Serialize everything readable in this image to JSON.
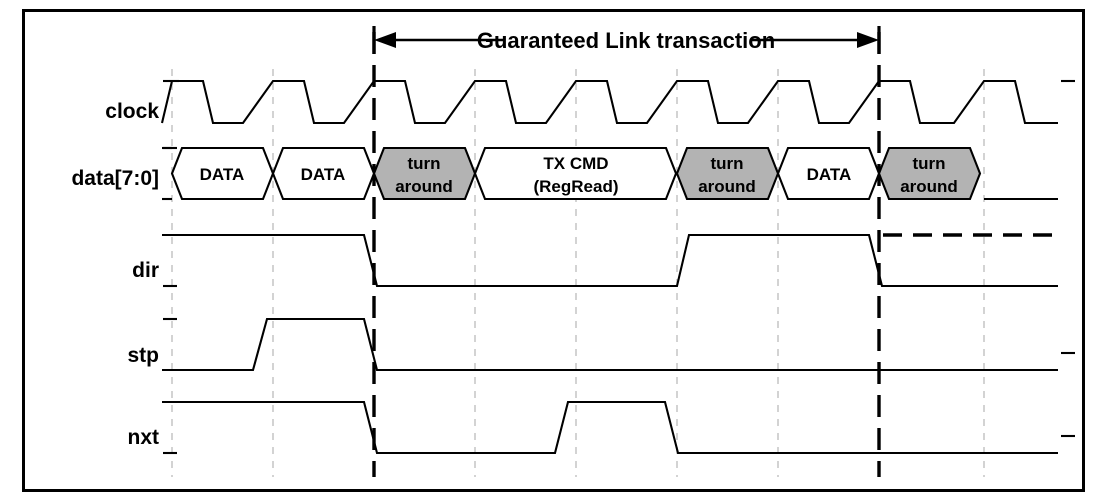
{
  "figure": {
    "kind": "timing-diagram",
    "header_annotation": "Guaranteed Link transaction",
    "colors": {
      "line": "#000000",
      "gridline": "#c8c8c8",
      "turnaround_fill": "#b3b3b3",
      "data_fill": "#ffffff",
      "background": "#ffffff"
    }
  },
  "signals": [
    {
      "name": "clock",
      "label": "clock"
    },
    {
      "name": "data",
      "label": "data[7:0]"
    },
    {
      "name": "dir",
      "label": "dir"
    },
    {
      "name": "stp",
      "label": "stp"
    },
    {
      "name": "nxt",
      "label": "nxt"
    }
  ],
  "data_bus_cells": [
    {
      "index": 0,
      "line1": "DATA",
      "line2": "",
      "fill": "white",
      "start_cycle": 0,
      "end_cycle": 1
    },
    {
      "index": 1,
      "line1": "DATA",
      "line2": "",
      "fill": "white",
      "start_cycle": 1,
      "end_cycle": 2
    },
    {
      "index": 2,
      "line1": "turn",
      "line2": "around",
      "fill": "gray",
      "start_cycle": 2,
      "end_cycle": 3
    },
    {
      "index": 3,
      "line1": "TX CMD",
      "line2": "(RegRead)",
      "fill": "white",
      "start_cycle": 3,
      "end_cycle": 5
    },
    {
      "index": 4,
      "line1": "turn",
      "line2": "around",
      "fill": "gray",
      "start_cycle": 5,
      "end_cycle": 6
    },
    {
      "index": 5,
      "line1": "DATA",
      "line2": "",
      "fill": "white",
      "start_cycle": 6,
      "end_cycle": 7
    },
    {
      "index": 6,
      "line1": "turn",
      "line2": "around",
      "fill": "gray",
      "start_cycle": 7,
      "end_cycle": 8
    }
  ],
  "chart_data": {
    "type": "line",
    "title": "Guaranteed Link transaction",
    "xlabel": "",
    "ylabel": "",
    "grid": true,
    "legend_position": "none",
    "x_gridlines_cycles": [
      0,
      1,
      2,
      3,
      4,
      5,
      6,
      7,
      8
    ],
    "transaction_span_cycles": [
      2,
      7
    ],
    "series": [
      {
        "name": "clock",
        "waveform": "square",
        "cycles": 9,
        "description": "free-running clock, rising edge at each gridline"
      },
      {
        "name": "data[7:0]",
        "waveform": "bus",
        "cells": [
          "DATA",
          "DATA",
          "turn around",
          "TX CMD (RegRead)",
          "turn around",
          "DATA",
          "turn around"
        ]
      },
      {
        "name": "dir",
        "waveform": "digital",
        "levels": [
          {
            "from_cycle": 0,
            "to_cycle": 2,
            "value": 1
          },
          {
            "from_cycle": 2,
            "to_cycle": 5,
            "value": 0
          },
          {
            "from_cycle": 5,
            "to_cycle": 7,
            "value": 1
          },
          {
            "from_cycle": 7,
            "to_cycle": 9,
            "value": 0
          }
        ],
        "dashed_continuation": {
          "from_cycle": 7,
          "to_cycle": 9,
          "value": 1
        }
      },
      {
        "name": "stp",
        "waveform": "digital",
        "levels": [
          {
            "from_cycle": 0,
            "to_cycle": 1,
            "value": 0
          },
          {
            "from_cycle": 1,
            "to_cycle": 2,
            "value": 1
          },
          {
            "from_cycle": 2,
            "to_cycle": 9,
            "value": 0
          }
        ]
      },
      {
        "name": "nxt",
        "waveform": "digital",
        "levels": [
          {
            "from_cycle": 0,
            "to_cycle": 2,
            "value": 1
          },
          {
            "from_cycle": 2,
            "to_cycle": 4,
            "value": 0
          },
          {
            "from_cycle": 4,
            "to_cycle": 5,
            "value": 1
          },
          {
            "from_cycle": 5,
            "to_cycle": 9,
            "value": 0
          }
        ]
      }
    ]
  }
}
